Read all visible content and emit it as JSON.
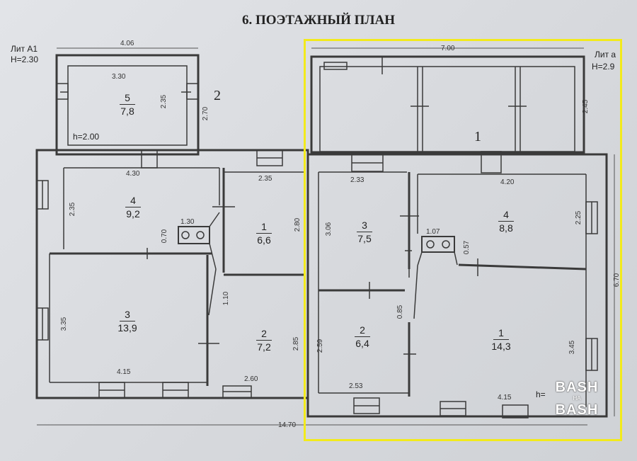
{
  "title": "6. ПОЭТАЖНЫЙ ПЛАН",
  "left_block": {
    "lit": "Лит А1",
    "height": "Н=2.30",
    "marker": "2",
    "annex_height": "h=2.00",
    "rooms": [
      {
        "id": "5",
        "area": "7,8"
      },
      {
        "id": "4",
        "area": "9,2"
      },
      {
        "id": "1",
        "area": "6,6"
      },
      {
        "id": "3",
        "area": "13,9"
      },
      {
        "id": "2",
        "area": "7,2"
      }
    ],
    "dims": [
      "4.06",
      "3.30",
      "2.35",
      "2.70",
      "4.30",
      "2.35",
      "2.35",
      "1.30",
      "0.70",
      "2.80",
      "1.10",
      "3.35",
      "4.15",
      "2.60",
      "2.85",
      "14.70"
    ]
  },
  "right_block": {
    "lit": "Лит а",
    "height": "Н=2.9",
    "marker": "1",
    "corner_hint": "h=",
    "rooms": [
      {
        "id": "3",
        "area": "7,5"
      },
      {
        "id": "4",
        "area": "8,8"
      },
      {
        "id": "2",
        "area": "6,4"
      },
      {
        "id": "1",
        "area": "14,3"
      }
    ],
    "dims": [
      "7.00",
      "2.45",
      "2.33",
      "4.20",
      "3.06",
      "1.07",
      "0.57",
      "2.25",
      "6.70",
      "0.85",
      "2.59",
      "3.45",
      "2.53",
      "4.15"
    ]
  },
  "logo": {
    "top": "BASH",
    "middle": "НА",
    "bottom": "BASH"
  },
  "colors": {
    "highlight": "#f2ea1c",
    "lines": "#333333",
    "paper": "#dcdee2"
  }
}
